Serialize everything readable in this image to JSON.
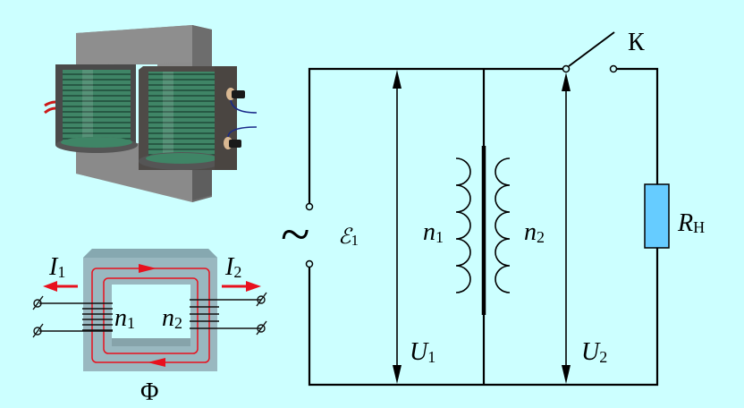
{
  "colors": {
    "background": "#ccffff",
    "wire": "#000000",
    "flux": "#e8111e",
    "resistor_fill": "#66ccff",
    "core_gray": "#99b8c0",
    "coil_green": "#3a7a5e"
  },
  "illustration_3d": {
    "description": "3D transformer with two coils on a closed core",
    "parts": [
      "core",
      "primary-coil",
      "secondary-coil",
      "input-leads",
      "output-terminals"
    ]
  },
  "core_schematic": {
    "current_in_label": "I",
    "current_in_sub": "1",
    "current_out_label": "I",
    "current_out_sub": "2",
    "primary_turns_label": "n",
    "primary_turns_sub": "1",
    "secondary_turns_label": "n",
    "secondary_turns_sub": "2",
    "flux_label": "Φ"
  },
  "circuit": {
    "source_symbol": "~",
    "emf_label": "ℰ",
    "emf_sub": "1",
    "primary_voltage_label": "U",
    "primary_voltage_sub": "1",
    "secondary_voltage_label": "U",
    "secondary_voltage_sub": "2",
    "primary_coil_label": "n",
    "primary_coil_sub": "1",
    "secondary_coil_label": "n",
    "secondary_coil_sub": "2",
    "switch_label": "К",
    "load_label": "R",
    "load_sub": "Н",
    "switch_state": "open"
  }
}
